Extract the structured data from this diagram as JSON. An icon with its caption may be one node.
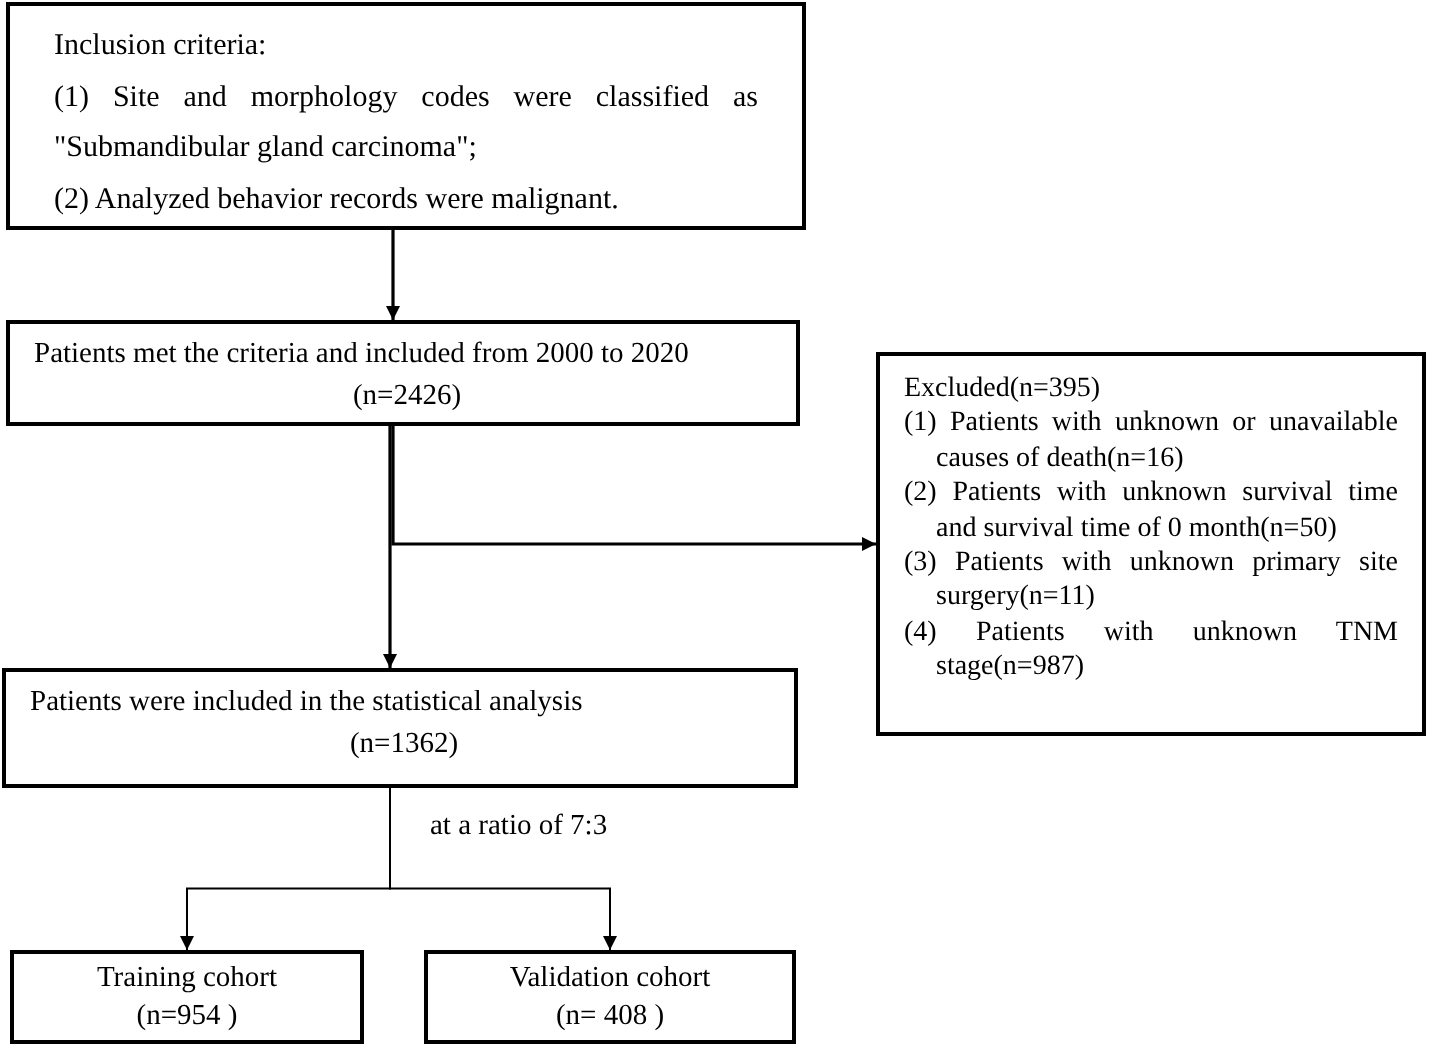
{
  "diagram": {
    "nodes": [
      {
        "text": [
          "Inclusion criteria:",
          "(1) Site and morphology codes were classified as \"Submandibular gland carcinoma\";",
          "(2) Analyzed behavior records were malignant."
        ]
      },
      {
        "text": [
          "Patients met the criteria and included from 2000 to 2020",
          "(n=2426)"
        ]
      },
      {
        "text": [
          "Excluded(n=395)",
          "(1) Patients with unknown or unavailable causes of death(n=16)",
          "(2) Patients with unknown survival time and survival time of 0 month(n=50)",
          "(3) Patients with unknown primary site surgery(n=11)",
          "(4) Patients with unknown TNM stage(n=987)"
        ]
      },
      {
        "text": [
          "Patients were included in the statistical analysis",
          "(n=1362)"
        ]
      },
      {
        "text": [
          "Training cohort",
          "(n=954 )"
        ]
      },
      {
        "text": [
          "Validation cohort",
          "(n= 408 )"
        ]
      }
    ],
    "edges": [
      {
        "from": 0,
        "to": 1,
        "arrow": "to"
      },
      {
        "from": 1,
        "to": 2,
        "arrow": "to"
      },
      {
        "from": 1,
        "to": 3,
        "arrow": "to"
      },
      {
        "from": 3,
        "to": 4,
        "arrow": "to",
        "label": "at a ratio of 7:3"
      },
      {
        "from": 3,
        "to": 5,
        "arrow": "to"
      }
    ]
  }
}
